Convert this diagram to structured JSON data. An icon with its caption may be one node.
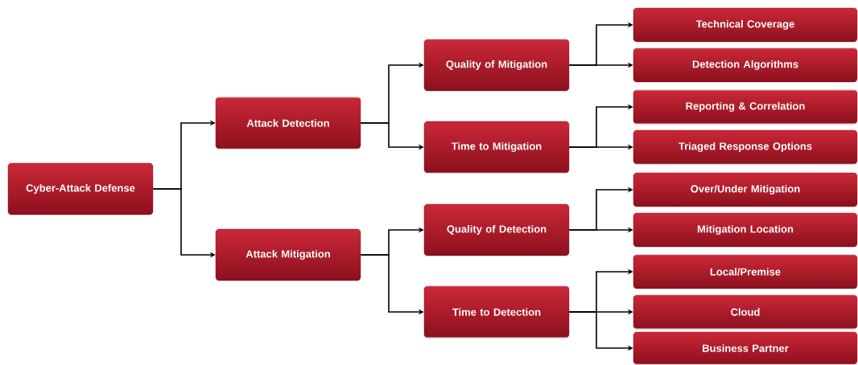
{
  "diagram": {
    "nodes": [
      {
        "text": [
          "Cyber-Attack Defense"
        ]
      },
      {
        "text": [
          "Attack Detection"
        ]
      },
      {
        "text": [
          "Attack Mitigation"
        ]
      },
      {
        "text": [
          "Quality of Mitigation"
        ]
      },
      {
        "text": [
          "Time to Mitigation"
        ]
      },
      {
        "text": [
          "Quality of Detection"
        ]
      },
      {
        "text": [
          "Time to Detection"
        ]
      },
      {
        "text": [
          "Technical Coverage"
        ]
      },
      {
        "text": [
          "Detection Algorithms"
        ]
      },
      {
        "text": [
          "Reporting & Correlation"
        ]
      },
      {
        "text": [
          "Triaged Response Options"
        ]
      },
      {
        "text": [
          "Over/Under Mitigation"
        ]
      },
      {
        "text": [
          "Mitigation Location"
        ]
      },
      {
        "text": [
          "Local/Premise"
        ]
      },
      {
        "text": [
          "Cloud"
        ]
      },
      {
        "text": [
          "Business Partner"
        ]
      }
    ],
    "edges": [
      {
        "from": 0,
        "to": 1,
        "arrow": "to"
      },
      {
        "from": 0,
        "to": 2,
        "arrow": "to"
      },
      {
        "from": 1,
        "to": 3,
        "arrow": "to"
      },
      {
        "from": 1,
        "to": 4,
        "arrow": "to"
      },
      {
        "from": 2,
        "to": 5,
        "arrow": "to"
      },
      {
        "from": 2,
        "to": 6,
        "arrow": "to"
      },
      {
        "from": 3,
        "to": 7,
        "arrow": "to"
      },
      {
        "from": 3,
        "to": 8,
        "arrow": "to"
      },
      {
        "from": 4,
        "to": 9,
        "arrow": "to"
      },
      {
        "from": 4,
        "to": 10,
        "arrow": "to"
      },
      {
        "from": 5,
        "to": 11,
        "arrow": "to"
      },
      {
        "from": 5,
        "to": 12,
        "arrow": "to"
      },
      {
        "from": 6,
        "to": 13,
        "arrow": "to"
      },
      {
        "from": 6,
        "to": 14,
        "arrow": "to"
      },
      {
        "from": 6,
        "to": 15,
        "arrow": "to"
      }
    ]
  }
}
